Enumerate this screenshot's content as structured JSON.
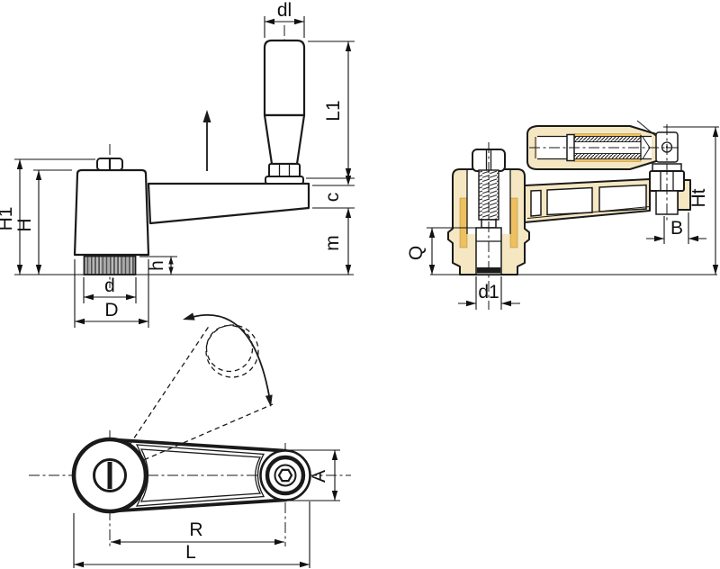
{
  "drawing": {
    "type": "technical-drawing",
    "subject": "fold-away crank handle, three orthographic views",
    "colors": {
      "line": "#1a1a1a",
      "dim": "#111111",
      "tan_light": "#f5e7c1",
      "tan_dark": "#eec05f",
      "knurl_bg": "#d2d2d2",
      "knurl_stripe": "#4f4f4f"
    },
    "views": {
      "side": {
        "name": "side elevation",
        "labels": {
          "dl": "dl",
          "L1": "L1",
          "c": "c",
          "m": "m",
          "H1": "H1",
          "H": "H",
          "h": "h",
          "d": "d",
          "D": "D"
        }
      },
      "section": {
        "name": "cross section",
        "labels": {
          "Q": "Q",
          "d1": "d1",
          "B": "B",
          "Ht": "Ht"
        }
      },
      "top": {
        "name": "top plan",
        "labels": {
          "A": "A",
          "R": "R",
          "L": "L"
        }
      }
    }
  }
}
